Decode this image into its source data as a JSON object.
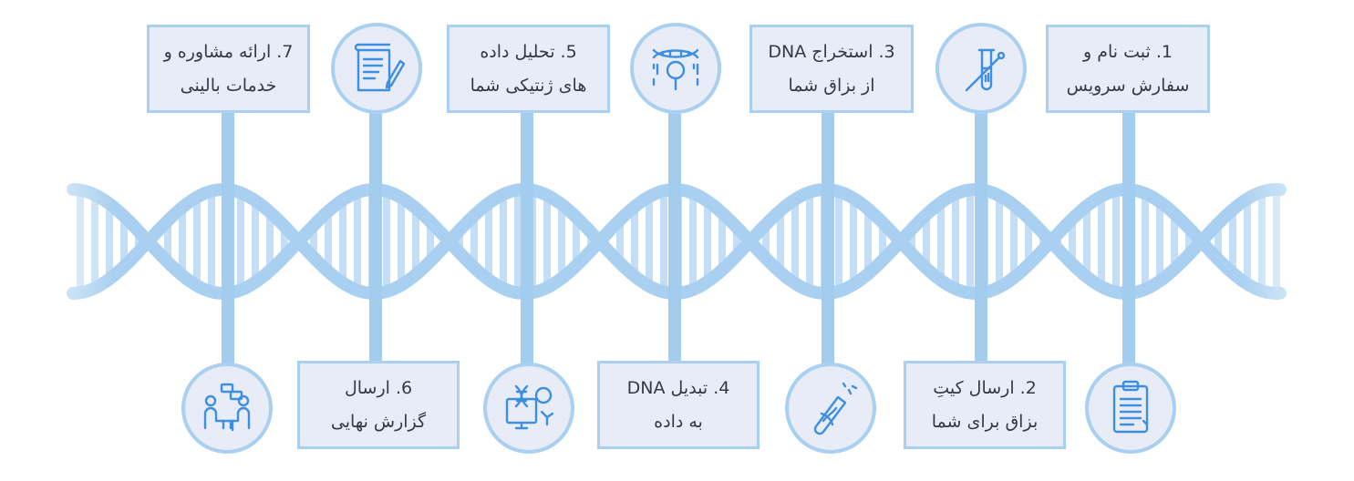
{
  "colors": {
    "strand": "#a9d0f0",
    "rung": "#c4dff5",
    "connector": "#a2cdee",
    "box_fill": "#e8ecf6",
    "box_border": "#a9d0f0",
    "text": "#333a46",
    "icon": "#3d8fe0"
  },
  "steps": [
    {
      "line1": "1. ثبت نام و",
      "line2": "سفارش سرویس",
      "icon": "test-tube-swab-icon"
    },
    {
      "line1": "2. ارسال کیتِ",
      "line2": "بزاق برای شما",
      "icon": "clipboard-icon"
    },
    {
      "line1": "3. استخراج DNA",
      "line2": "از بزاق شما",
      "icon": "test-tube-swab-icon"
    },
    {
      "line1": "4. تبدیل DNA",
      "line2": "به داده",
      "icon": "dna-tube-icon"
    },
    {
      "line1": "5. تحلیل داده",
      "line2": "های ژنتیکی شما",
      "icon": "dna-search-icon"
    },
    {
      "line1": "6. ارسال",
      "line2": "گزارش نهایی",
      "icon": "dna-monitor-icon"
    },
    {
      "line1": "7. ارائه مشاوره و",
      "line2": "خدمات بالینی",
      "icon": "document-pen-icon"
    },
    {
      "icon": "consultation-icon"
    }
  ]
}
